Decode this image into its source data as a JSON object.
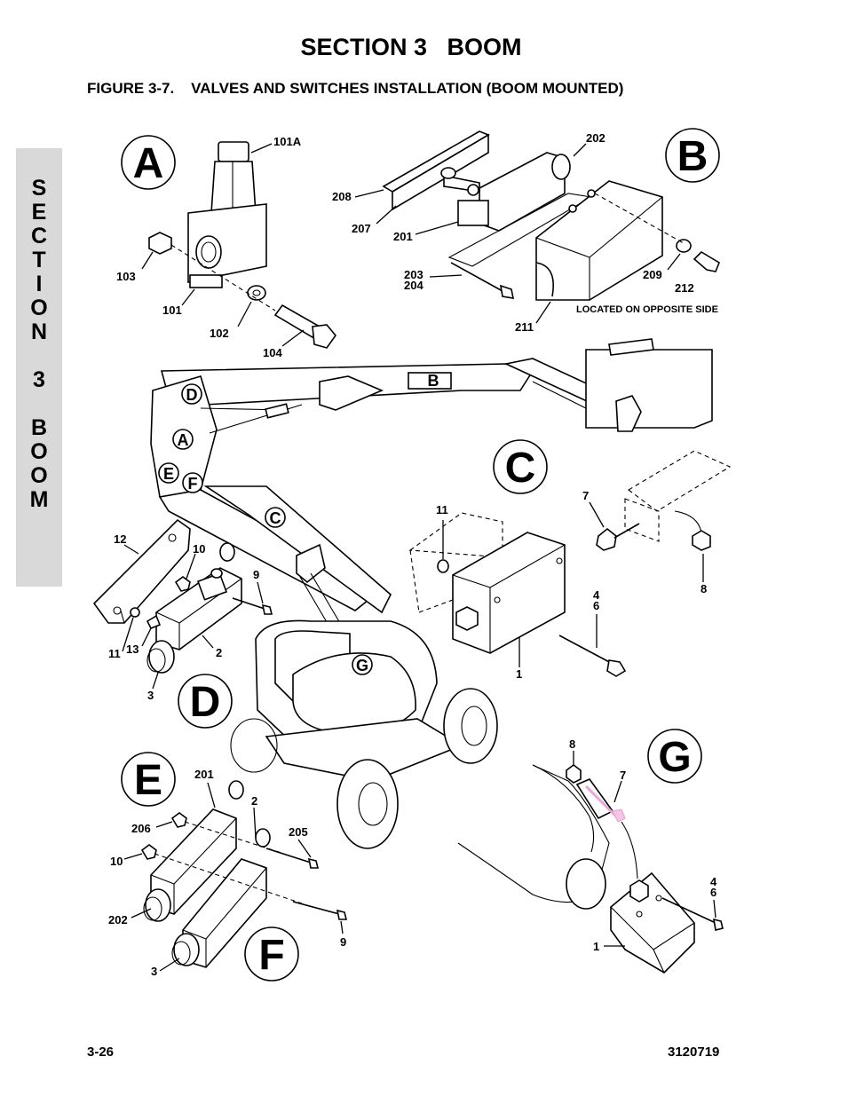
{
  "header": {
    "section_title": "SECTION 3   BOOM",
    "figure_title": "FIGURE 3-7.    VALVES AND SWITCHES INSTALLATION (BOOM MOUNTED)"
  },
  "side_tab": {
    "letters": [
      "S",
      "E",
      "C",
      "T",
      "I",
      "O",
      "N",
      "",
      "3",
      "",
      "B",
      "O",
      "O",
      "M"
    ]
  },
  "footer": {
    "page_number": "3-26",
    "doc_number": "3120719"
  },
  "views": {
    "A": "A",
    "B": "B",
    "C": "C",
    "D": "D",
    "E": "E",
    "F": "F",
    "G": "G"
  },
  "boom_markers": {
    "B": "B",
    "D": "D",
    "A": "A",
    "E": "E",
    "F": "F",
    "C": "C",
    "G": "G"
  },
  "callouts": {
    "a_101A": "101A",
    "a_103": "103",
    "a_101": "101",
    "a_102": "102",
    "a_104": "104",
    "b_202": "202",
    "b_208": "208",
    "b_207": "207",
    "b_201": "201",
    "b_203": "203",
    "b_204": "204",
    "b_209": "209",
    "b_212": "212",
    "b_211": "211",
    "b_note": "LOCATED ON OPPOSITE SIDE",
    "c_11": "11",
    "c_7": "7",
    "c_8": "8",
    "c_4": "4",
    "c_6": "6",
    "c_1": "1",
    "d_12": "12",
    "d_10": "10",
    "d_9": "9",
    "d_11": "11",
    "d_13": "13",
    "d_2": "2",
    "d_3": "3",
    "e_201": "201",
    "e_2": "2",
    "e_206": "206",
    "e_205": "205",
    "e_10": "10",
    "e_202": "202",
    "e_9": "9",
    "e_3": "3",
    "g_8": "8",
    "g_7": "7",
    "g_4": "4",
    "g_6": "6",
    "g_1": "1"
  }
}
